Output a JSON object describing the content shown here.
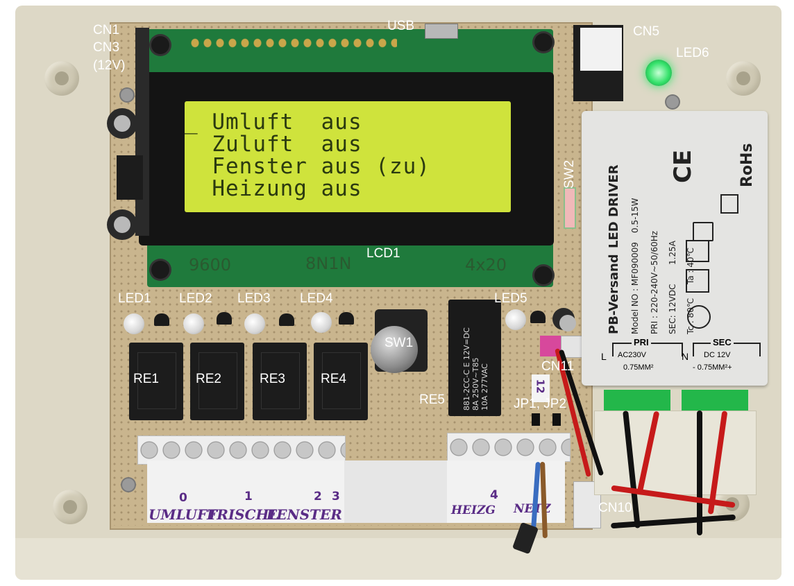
{
  "lcd": {
    "lines": [
      "_ Umluft  aus",
      "  Zuluft  aus",
      "  Fenster aus (zu)",
      "  Heizung aus"
    ]
  },
  "annotations": {
    "cn1": "CN1",
    "cn3": "CN3",
    "cn3_note": "(12V)",
    "usb": "USB",
    "cn5": "CN5",
    "led6": "LED6",
    "sw2": "SW2",
    "lcd1": "LCD1",
    "led1": "LED1",
    "led2": "LED2",
    "led3": "LED3",
    "led4": "LED4",
    "led5": "LED5",
    "sw1": "SW1",
    "re1": "RE1",
    "re2": "RE2",
    "re3": "RE3",
    "re4": "RE4",
    "re5": "RE5",
    "cn11": "CN11",
    "jp": "JP1, JP2",
    "cn10": "CN10"
  },
  "pcb_silkscreen": {
    "left": "9600",
    "middle": "8N1N",
    "right": "4x20"
  },
  "handwritten_labels": {
    "umluft": "UMLUFT",
    "frischl": "FRISCHL",
    "fenster": "FENSTER",
    "heizg": "HEIZG",
    "netz": "NETZ",
    "n0": "0",
    "n1": "1",
    "n2": "2",
    "n3": "3",
    "n4": "4",
    "v12": "12"
  },
  "relay_re5": {
    "text1": "881-2CC-C E 12V=DC",
    "text2": "8A 250V~T85",
    "text3": "10A 277VAC"
  },
  "led_driver": {
    "brand": "PB-Versand",
    "title": "LED DRIVER",
    "model": "Model NO : MF090009",
    "power": "0.5-15W",
    "pri": "PRI : 220-240V~50/60Hz",
    "sec": "SEC: 12VDC",
    "current": "1.25A",
    "tc": "Tc : 80℃",
    "ta": "Ta : 40℃",
    "ce": "CE",
    "rohs": "RoHs",
    "pri_label": "PRI",
    "pri_value": "AC230V",
    "sec_label": "SEC",
    "sec_value": "DC 12V",
    "wire_left": "0.75MM²",
    "wire_right": "- 0.75MM²+",
    "l": "L",
    "n": "N"
  },
  "colors": {
    "annotation": "#ffffff",
    "lcd_background": "#cfe33c",
    "lcd_text": "#2b3a10",
    "pcb_green": "#1f7a3c",
    "led6_glow": "#35e26b",
    "handwriting": "#5a2c86"
  }
}
